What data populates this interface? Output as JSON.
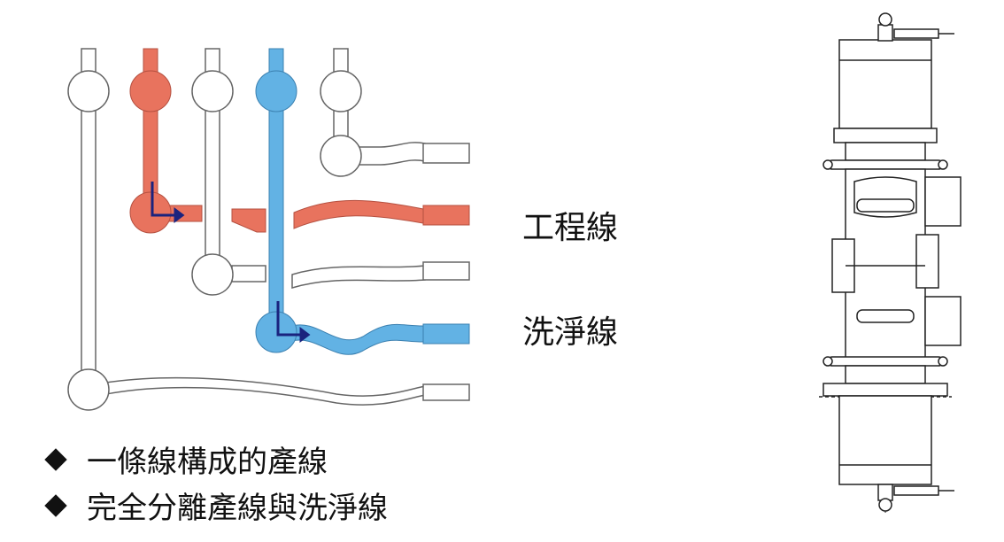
{
  "labels": {
    "process_line": "工程線",
    "cleaning_line": "洗淨線"
  },
  "bullets": [
    "一條線構成的產線",
    "完全分離產線與洗淨線"
  ],
  "colors": {
    "process": "#E8735E",
    "cleaning": "#62B2E4",
    "outline": "#555555",
    "arrow": "#1a237e"
  }
}
